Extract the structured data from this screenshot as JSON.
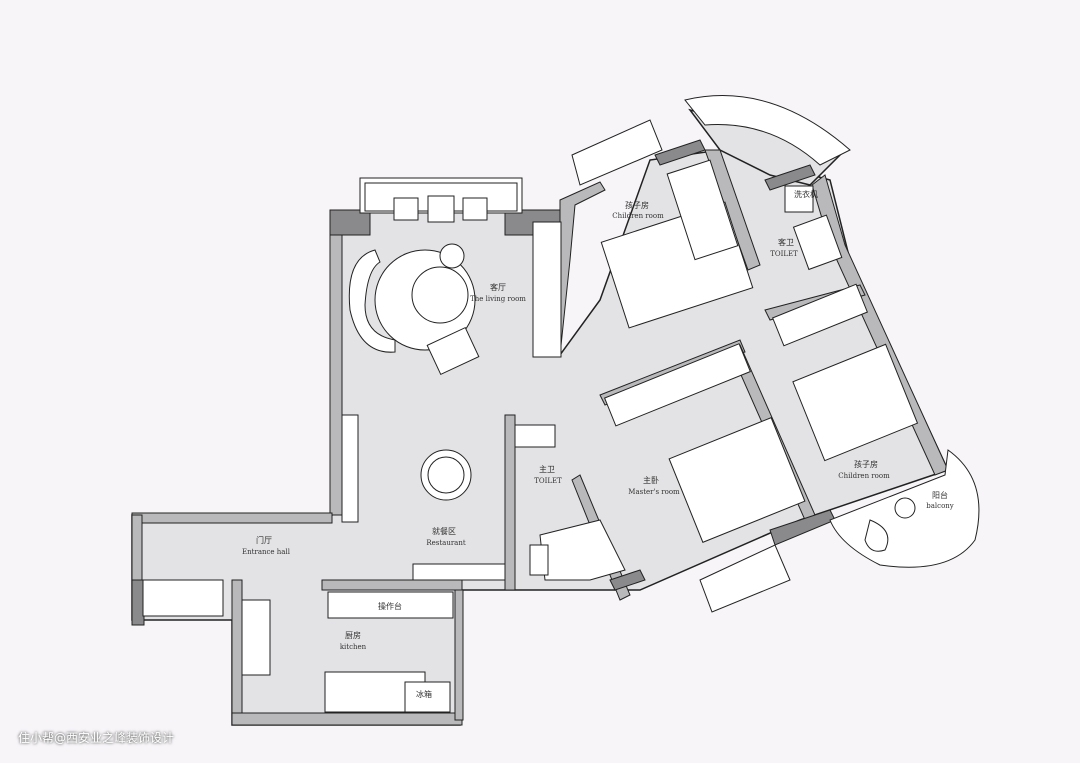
{
  "rooms": {
    "living": {
      "zh": "客厅",
      "en": "The living room"
    },
    "children1": {
      "zh": "孩子房",
      "en": "Children room"
    },
    "guest_toilet": {
      "zh": "客卫",
      "en": "TOILET"
    },
    "washer": {
      "zh": "洗衣机"
    },
    "children2": {
      "zh": "孩子房",
      "en": "Children room"
    },
    "balcony": {
      "zh": "阳台",
      "en": "balcony"
    },
    "master_toilet": {
      "zh": "主卫",
      "en": "TOILET"
    },
    "master": {
      "zh": "主卧",
      "en": "Master's room"
    },
    "dining": {
      "zh": "就餐区",
      "en": "Restaurant"
    },
    "entrance": {
      "zh": "门厅",
      "en": "Entrance hall"
    },
    "kitchen": {
      "zh": "厨房",
      "en": "kitchen"
    },
    "counter": {
      "zh": "操作台"
    },
    "fridge": {
      "zh": "冰箱"
    }
  },
  "watermark": "住小帮@西安业之峰装饰设计"
}
